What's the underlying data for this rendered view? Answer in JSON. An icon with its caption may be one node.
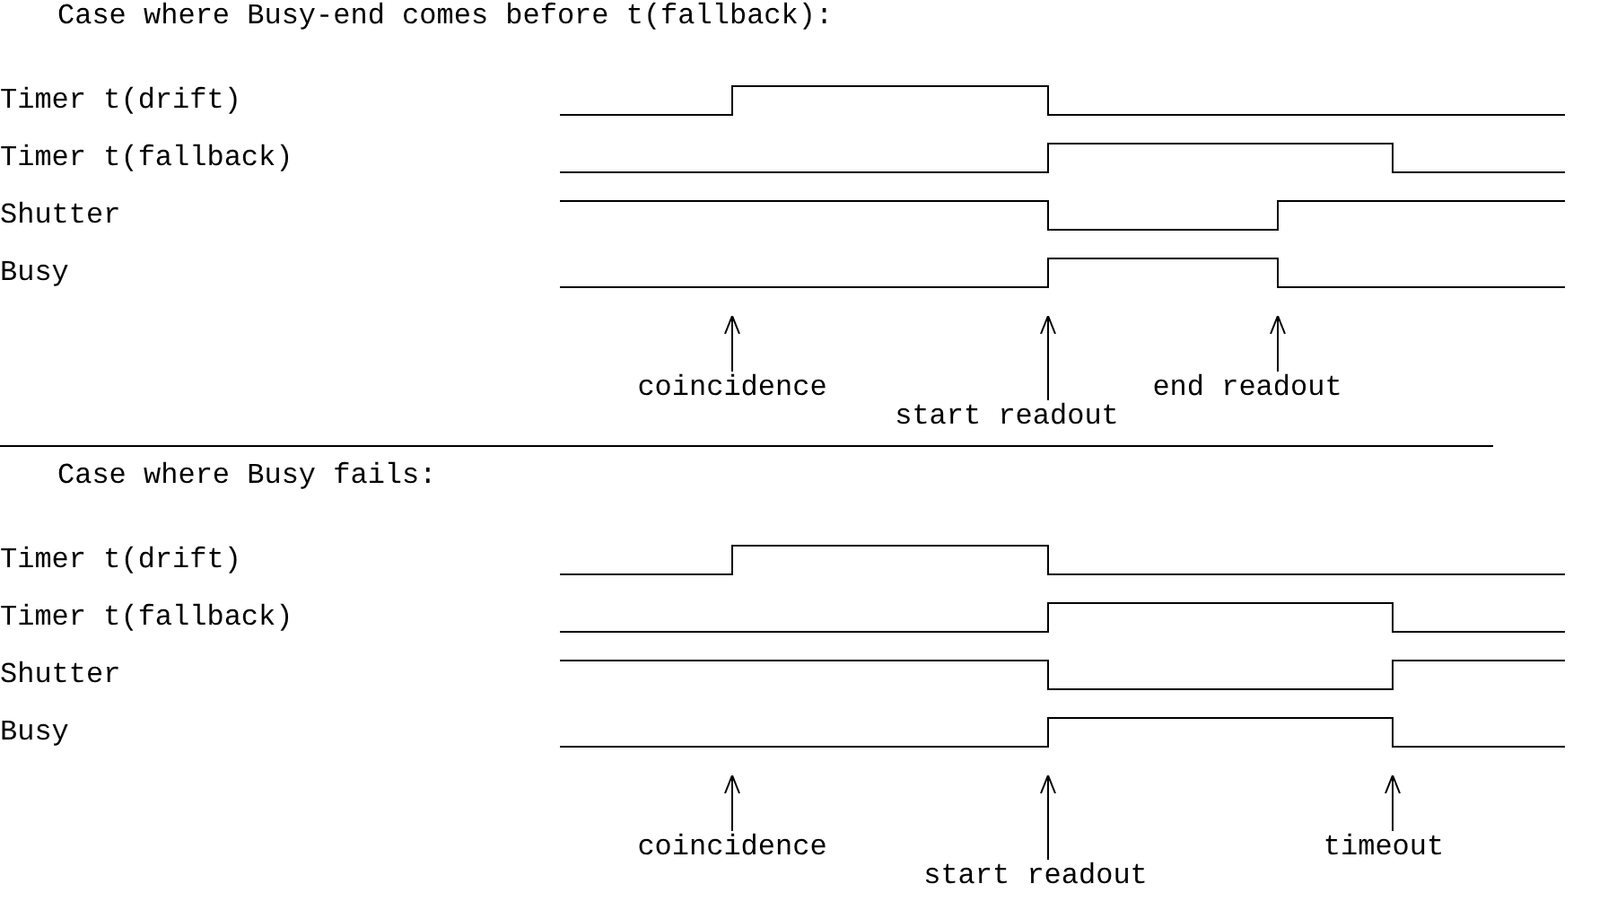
{
  "diagram": {
    "nodes": [
      {
        "text": [],
        "shape": "waveform"
      },
      {
        "text": [
          "coincidence"
        ]
      },
      {
        "text": [
          "start readout"
        ]
      },
      {
        "text": [
          "end readout"
        ]
      },
      {
        "text": [],
        "shape": "waveform"
      },
      {
        "text": [
          "coincidence"
        ]
      },
      {
        "text": [
          "start readout"
        ]
      },
      {
        "text": [
          "timeout"
        ]
      }
    ],
    "edges": [
      {
        "from": 1,
        "to": 0,
        "arrow": "to"
      },
      {
        "from": 2,
        "to": 0,
        "arrow": "to"
      },
      {
        "from": 3,
        "to": 0,
        "arrow": "to"
      },
      {
        "from": 5,
        "to": 4,
        "arrow": "to"
      },
      {
        "from": 6,
        "to": 4,
        "arrow": "to"
      },
      {
        "from": 7,
        "to": 4,
        "arrow": "to"
      }
    ],
    "labels": [
      "Case where Busy-end comes before t(fallback):",
      "Timer t(drift)",
      "Timer t(fallback)",
      "Shutter",
      "Busy",
      "Case where Busy fails:",
      "Timer t(drift)",
      "Timer t(fallback)",
      "Shutter",
      "Busy"
    ]
  }
}
